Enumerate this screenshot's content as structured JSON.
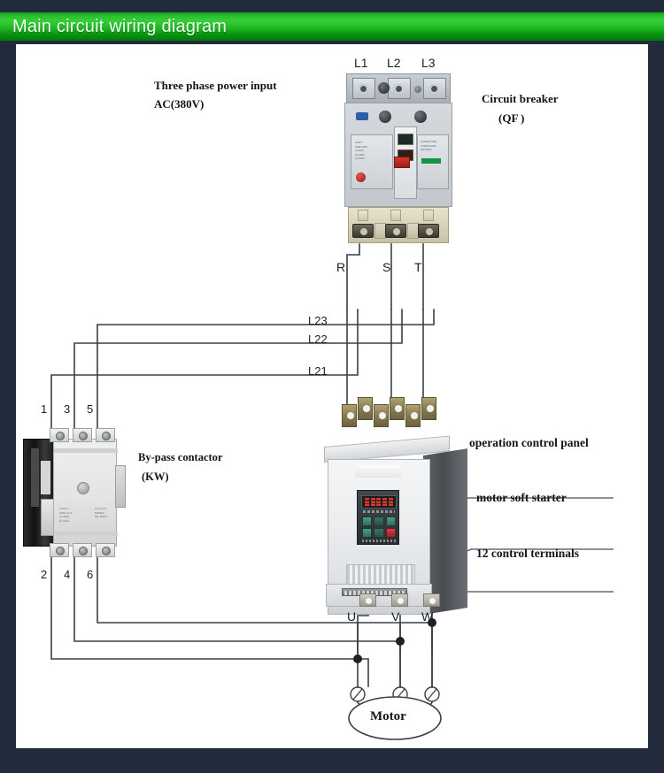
{
  "header": {
    "title": "Main circuit wiring diagram",
    "accent_color": "#23ba27"
  },
  "page": {
    "border_color": "#222b3c",
    "canvas_color": "#ffffff",
    "wire_color": "#3a3f45"
  },
  "labels": {
    "power_input_line1": "Three phase power input",
    "power_input_line2": "AC(380V)",
    "breaker_line1": "Circuit breaker",
    "breaker_line2": "(QF )",
    "contactor_line1": "By-pass contactor",
    "contactor_line2": "(KW)",
    "operation_panel": "operation control panel",
    "soft_starter": "motor soft starter",
    "control_terminals": "12 control terminals",
    "motor": "Motor"
  },
  "terminals": {
    "breaker_top": [
      "L1",
      "L2",
      "L3"
    ],
    "breaker_bottom": [
      "R",
      "S",
      "T"
    ],
    "bus_lines": [
      "L23",
      "L22",
      "L21"
    ],
    "contactor_top": [
      "1",
      "3",
      "5"
    ],
    "contactor_bottom": [
      "2",
      "4",
      "6"
    ],
    "starter_output": [
      "U",
      "V",
      "W"
    ]
  },
  "diagram": {
    "type": "wiring-diagram",
    "components": [
      {
        "name": "circuit-breaker",
        "designator": "QF",
        "poles": 3
      },
      {
        "name": "bypass-contactor",
        "designator": "KW",
        "poles": 3
      },
      {
        "name": "motor-soft-starter",
        "poles": 3
      },
      {
        "name": "motor",
        "shape": "ellipse"
      }
    ],
    "connections": [
      {
        "from": "L1",
        "to": "R"
      },
      {
        "from": "L2",
        "to": "S"
      },
      {
        "from": "L3",
        "to": "T"
      },
      {
        "from": "R",
        "to": "L21"
      },
      {
        "from": "S",
        "to": "L22"
      },
      {
        "from": "T",
        "to": "L23"
      },
      {
        "from": "L21",
        "to": "1"
      },
      {
        "from": "L22",
        "to": "3"
      },
      {
        "from": "L23",
        "to": "5"
      },
      {
        "from": "R",
        "to": "starter-input-1"
      },
      {
        "from": "S",
        "to": "starter-input-2"
      },
      {
        "from": "T",
        "to": "starter-input-3"
      },
      {
        "from": "2",
        "to": "U"
      },
      {
        "from": "4",
        "to": "V"
      },
      {
        "from": "6",
        "to": "W"
      },
      {
        "from": "U",
        "to": "motor"
      },
      {
        "from": "V",
        "to": "motor"
      },
      {
        "from": "W",
        "to": "motor"
      }
    ]
  }
}
